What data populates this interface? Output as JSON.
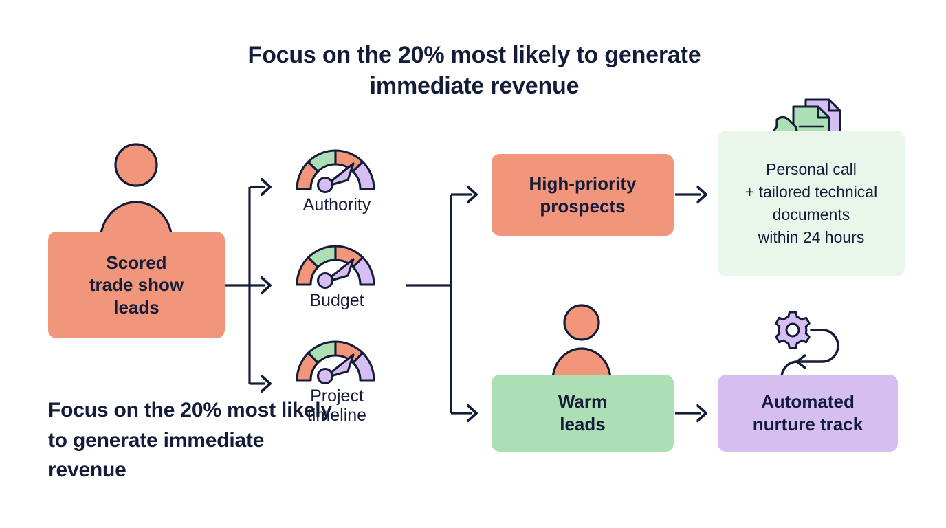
{
  "headline": "Focus on the 20% most likely to\ngenerate immediate revenue",
  "caption": "Focus on the 20% most likely to generate immediate revenue",
  "colors": {
    "salmon": "#F2967B",
    "green": "#ACDFB3",
    "purple": "#D5BEF0",
    "pale_green": "#EAF6EA",
    "ink": "#141C3A",
    "background": "#FFFFFF"
  },
  "nodes": {
    "scored_leads": {
      "label": "Scored\ntrade show\nleads",
      "fill": "#F2967B",
      "icon": "person-icon"
    },
    "high_priority": {
      "label": "High-priority\nprospects",
      "fill": "#F2967B"
    },
    "warm_leads": {
      "label": "Warm\nleads",
      "fill": "#ACDFB3",
      "icon": "person-icon"
    },
    "personal_call": {
      "label": "Personal call\n+ tailored technical\ndocuments\nwithin 24 hours",
      "fill": "#EAF6EA",
      "icon": "phone-documents-icon"
    },
    "automated_nurture": {
      "label": "Automated\nnurture track",
      "fill": "#D5BEF0",
      "icon": "gear-automation-icon"
    }
  },
  "gauges": [
    {
      "label": "Authority",
      "icon": "gauge-icon"
    },
    {
      "label": "Budget",
      "icon": "gauge-icon"
    },
    {
      "label": "Project\ntimeline",
      "icon": "gauge-icon"
    }
  ]
}
